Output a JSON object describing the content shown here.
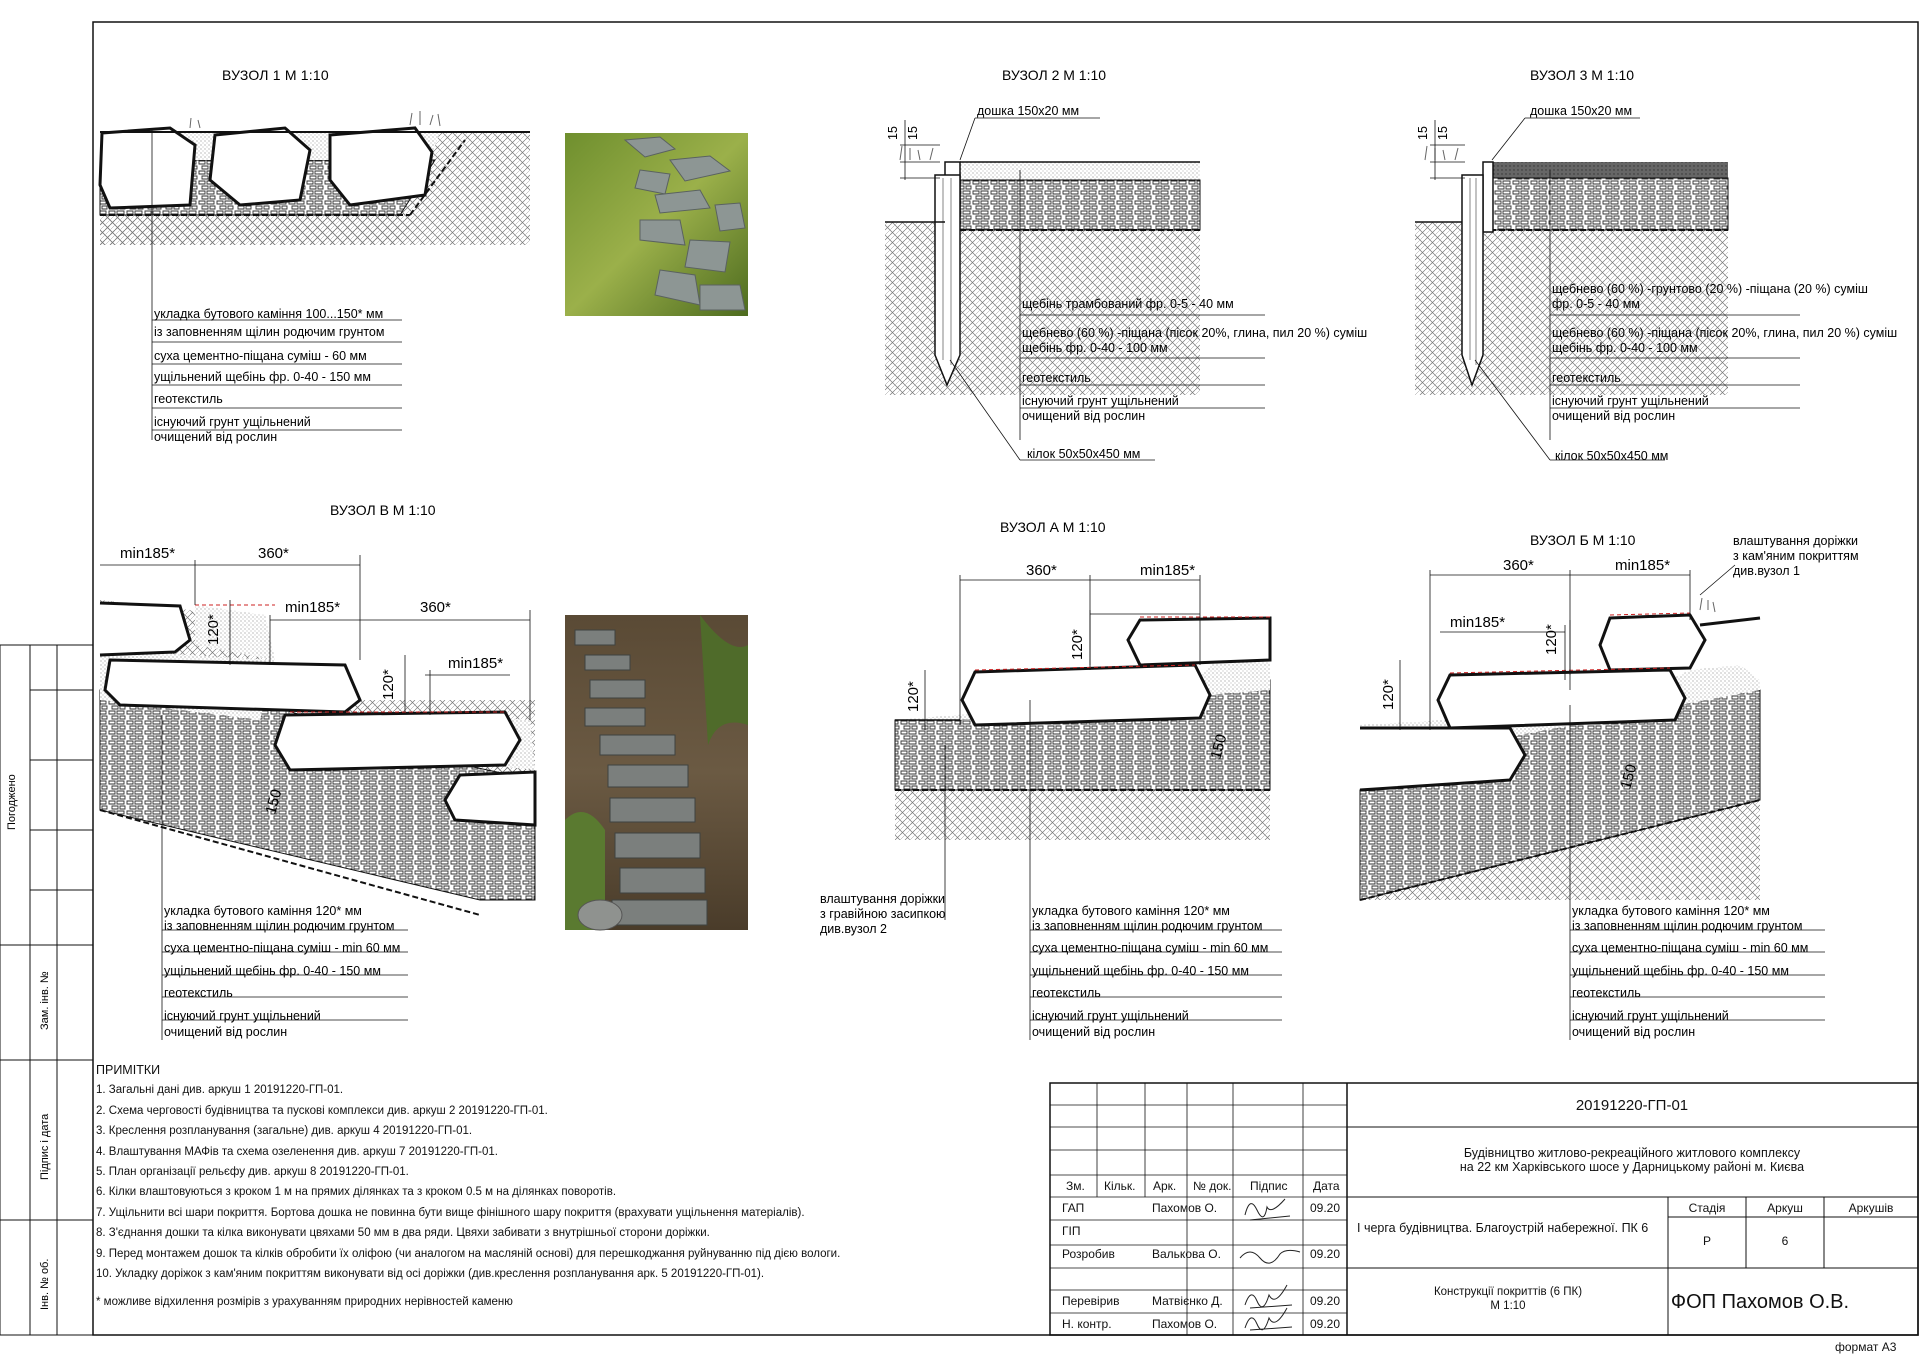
{
  "nodes": {
    "n1": {
      "title": "ВУЗОЛ 1 М 1:10",
      "layers": [
        "укладка бутового каміння 100...150* мм",
        "із заповненням щілин родючим грунтом",
        "суха цементно-піщана суміш - 60 мм",
        "ущільнений щебінь фр. 0-40 - 150 мм",
        "геотекстиль",
        "існуючий грунт ущільнений",
        "очищений від рослин"
      ]
    },
    "n2": {
      "title": "ВУЗОЛ 2 М 1:10",
      "board": "дошка 150х20 мм",
      "dims": [
        "15",
        "15"
      ],
      "layers": [
        "щебінь трамбований фр. 0-5 - 40 мм",
        "щебнево (60 %) -піщана (пісок 20%, глина, пил 20 %)  суміш",
        "щебінь фр. 0-40 - 100 мм",
        "геотекстиль",
        "існуючий грунт ущільнений",
        "очищений від рослин"
      ],
      "peg": "кілок 50х50х450 мм"
    },
    "n3": {
      "title": "ВУЗОЛ 3 М 1:10",
      "board": "дошка 150х20 мм",
      "dims": [
        "15",
        "15"
      ],
      "layers": [
        "щебнево (60 %) -грунтово (20 %) -піщана (20 %) суміш",
        "фр. 0-5 - 40 мм",
        "щебнево (60 %) -піщана (пісок 20%, глина, пил 20 %)  суміш",
        "щебінь фр. 0-40 - 100 мм",
        "геотекстиль",
        "існуючий грунт ущільнений",
        "очищений від рослин"
      ],
      "peg": "кілок 50х50х450 мм"
    },
    "nV": {
      "title": "ВУЗОЛ В М 1:10",
      "dims": [
        "min185*",
        "360*",
        "min185*",
        "360*",
        "min185*",
        "120*",
        "120*",
        "150"
      ],
      "layers": [
        "укладка бутового каміння 120* мм",
        "із заповненням щілин родючим грунтом",
        "суха цементно-піщана суміш - min 60 мм",
        "ущільнений щебінь фр. 0-40 - 150 мм",
        "геотекстиль",
        "існуючий грунт ущільнений",
        "очищений від рослин"
      ]
    },
    "nA": {
      "title": "ВУЗОЛ А М 1:10",
      "dims": [
        "360*",
        "min185*",
        "120*",
        "120*",
        "150"
      ],
      "gravel_note": [
        "влаштування доріжки",
        "з гравійною засипкою",
        "див.вузол 2"
      ],
      "layers": [
        "укладка бутового каміння 120* мм",
        "із заповненням щілин родючим грунтом",
        "суха цементно-піщана суміш - min 60 мм",
        "ущільнений щебінь фр. 0-40 - 150 мм",
        "геотекстиль",
        "існуючий грунт ущільнений",
        "очищений від рослин"
      ]
    },
    "nB": {
      "title": "ВУЗОЛ Б М 1:10",
      "dims": [
        "360*",
        "min185*",
        "min185*",
        "120*",
        "120*",
        "150"
      ],
      "stone_note": [
        "влаштування доріжки",
        "з кам'яним покриттям",
        "див.вузол 1"
      ],
      "layers": [
        "укладка бутового каміння 120* мм",
        "із заповненням щілин родючим грунтом",
        "суха цементно-піщана суміш - min 60 мм",
        "ущільнений щебінь фр. 0-40 - 150 мм",
        "геотекстиль",
        "існуючий грунт ущільнений",
        "очищений від рослин"
      ]
    }
  },
  "notes": {
    "title": "ПРИМІТКИ",
    "items": [
      "1. Загальні дані див. аркуш 1 20191220-ГП-01.",
      "2. Схема черговості будівництва та пускові комплекси див. аркуш 2 20191220-ГП-01.",
      "3. Креслення розпланування (загальне) див. аркуш 4 20191220-ГП-01.",
      "4. Влаштування МАФів та схема озеленення див. аркуш 7 20191220-ГП-01.",
      "5. План організації рельєфу див. аркуш 8 20191220-ГП-01.",
      "6. Кілки влаштовуються з кроком 1 м на прямих ділянках та з кроком 0.5 м на ділянках поворотів.",
      "7. Ущільнити всі шари покриття. Бортова дошка не повинна бути вище фінішного шару покриття (врахувати ущільнення матеріалів).",
      "8. З'єднання дошки та кілка виконувати цвяхами 50 мм в два ряди. Цвяхи забивати з внутрішньої сторони доріжки.",
      "9. Перед монтажем дошок та кілків обробити їх оліфою (чи аналогом на масляній основі) для перешкоджання руйнуванню під дією вологи.",
      "10. Укладку доріжок з кам'яним покриттям виконувати від осі доріжки (див.креслення розпланування арк. 5 20191220-ГП-01)."
    ],
    "footnote": "* можливе відхилення розмірів з урахуванням природних нерівностей каменю"
  },
  "side_stamps": [
    "Погоджено",
    "Зам. інв. №",
    "Підпис і дата",
    "Інв. № об."
  ],
  "title_block": {
    "code": "20191220-ГП-01",
    "project": [
      "Будівництво житлово-рекреаційного житлового комплексу",
      "на 22 км Харківського шосе у Дарницькому районі м. Києва"
    ],
    "stage_desc": "І черга будівництва. Благоустрій набережної. ПК 6",
    "drawing": [
      "Конструкції покриттів (6 ПК)",
      "М 1:10"
    ],
    "org": "ФОП Пахомов О.В.",
    "headers": [
      "Зм.",
      "Кільк.",
      "Арк.",
      "№ док.",
      "Підпис",
      "Дата"
    ],
    "col_heads": [
      "Стадія",
      "Аркуш",
      "Аркушів"
    ],
    "col_vals": [
      "Р",
      "6",
      ""
    ],
    "people": [
      {
        "role": "ГАП",
        "name": "Пахомов О.",
        "date": "09.20"
      },
      {
        "role": "ГІП",
        "name": "",
        "date": ""
      },
      {
        "role": "Розробив",
        "name": "Валькова О.",
        "date": "09.20"
      },
      {
        "role": "Перевірив",
        "name": "Матвієнко Д.",
        "date": "09.20"
      },
      {
        "role": "Н. контр.",
        "name": "Пахомов О.",
        "date": "09.20"
      }
    ],
    "format": "формат А3"
  },
  "colors": {
    "line": "#111111",
    "grass": "#5e8a2a",
    "stone": "#8a8d8c",
    "red_dash": "#cc2222"
  }
}
